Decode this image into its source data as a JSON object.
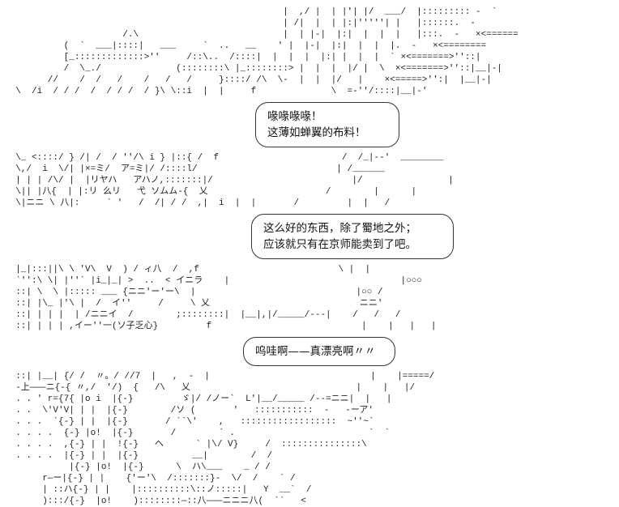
{
  "ascii_art": [
    "                                                    |  ,/ |  | |'| |/  ___/  |::::::::: -  `",
    "                                                    | /|  |  | |:|'''''| |   |::::::.  -",
    "                      /.\\                           |  | |-|  |:|  |  |  |   |:::.  -   ×<======",
    "           (  `  ___|::::|   ___     `  ..   __    ' |  |-|  |:|  |  |  |.  -   ×<========",
    "           [_:::::::::::::>''     /::\\..  /::::|  |  |  |  |:| |  |  |  ` ×<=======>''::|",
    "           /  \\_./              (::::::::\\ |_::::::::> |  |  |  |/ |  \\  ×<=======>''::|__|-|",
    "        //    /  /   /    /   /   /     }::::/ /\\  \\-  |  |  |/   |    ×<=====>'':|  |__|-|",
    "  \\  /i  / / /  /  / / /  / }\\ \\::i  |  |     f              \\  =-''/::::|__|-'",
    "  \\_ <::::/ } /| /  / ''/\\ i } |::{ /  f                       /  /_|--'  ________",
    "  \\,/  i  \\/| |×=ミ/  ア=ミ|/ /::::l/                          | /______",
    "  | | | /\\/ |  |リヤハ   アハノ,:::::::|/                          |/                |",
    "  \\|| |八{  | |:リ 么リ   弋 ソムム-{  乂                      /        |      |",
    "  \\|ニニ \\ 八|:     ` '   /  /| / /  ,|  i  |  |       /         |  |   /",
    "  |_|:::||\\ \\ 'V\\  V  ) / ィ八  /  ,f                          \\ |  |",
    "  `'':\\ \\| |''` |i_|_| >  ..  < イニラ    |                                |○○○",
    "  ::| \\  \\ |::::: ___ {ニニ'ー'ー\\  |                              |○○ /",
    "  ::| |\\_ |'\\ |  /  イ''     /     \\ 乂                            ニニ'",
    "  ::| | | |  | /ニニイ  /        ;::::::::|  |__|,|/_____/---|    /   /   /",
    "  ::| | | | ,イー''一(ソ子乏心}         f                            |    |   |   |",
    "  ::| |__| {/ /  〃。/ //7  |   ,  -  |                              |    |=====/",
    "  -上———ニ{-{ 〃,/  '/)  {   /\\   乂                               |    |   |/",
    "  . . ' r={7{ |o i  |{-}         ゞ|/ /ノー`  L'|__/_____ /--=ニニ|  |   |",
    "  . .  \\'V'V| | |  |{-}        /ソ (       '   :::::::::::  -   -ーア'",
    "  . . .  `{-} | |  |{-}       / ``\\'    ,   ::::::::::::::::::  ~''~`",
    "  . . . .  {-} |o!  |{-}       /        ` .                         `  `",
    "  . . . .  ,{-} | |  !{-}   ヘ      ` |\\/ V}     /  :::::::::::::::\\",
    "  . . . .  |{-} | |  |{-}          __|        /  /",
    "            |{-} |o!  |{-}      \\  ハ\\___    _ / /",
    "       r—ー|{-} | |    {'ー'\\  /:::::::}-  \\/  /    ` /",
    "       | ::ハ{-} | |    |::::::::::\\::ノ:::::|   Y  __`  /",
    "       ):::/{-}  |o!    )::::::::—::八———ニニニ八(  ``   <"
  ],
  "bubbles": [
    {
      "lines": [
        "喙喙喙喙！",
        "这薄如蝉翼的布料！"
      ]
    },
    {
      "lines": [
        "这么好的东西，除了蜀地之外；",
        "应该就只有在京师能卖到了吧。"
      ]
    },
    {
      "lines": [
        "呜哇啊——真漂亮啊〃〃"
      ]
    }
  ]
}
